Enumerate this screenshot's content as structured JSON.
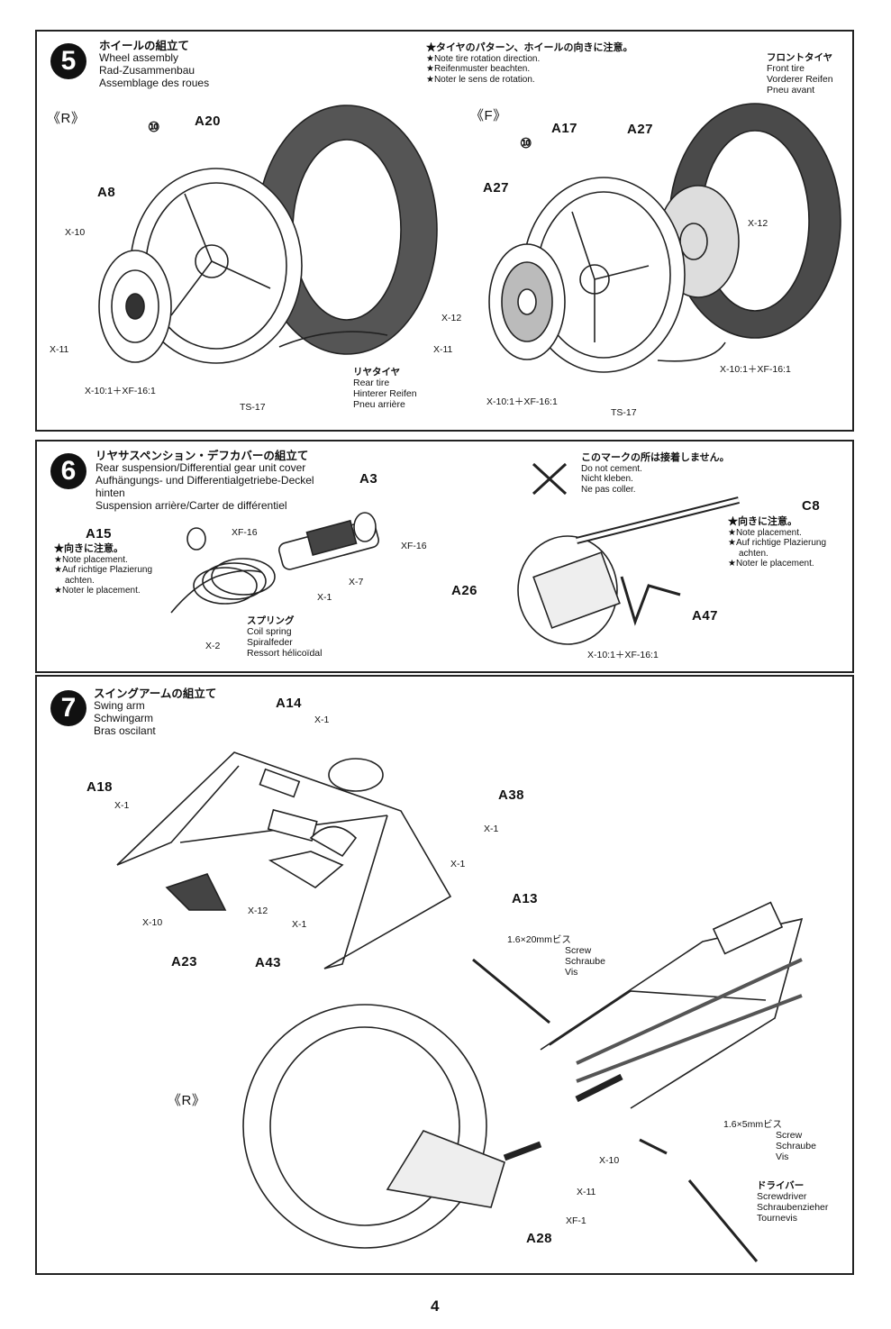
{
  "page_number": "4",
  "step5": {
    "number": "5",
    "title_jp": "ホイールの組立て",
    "title_en": "Wheel assembly",
    "title_de": "Rad-Zusammenbau",
    "title_fr": "Assemblage des roues",
    "note_jp": "★タイヤのパターン、ホイールの向きに注意。",
    "note_en": "★Note tire rotation direction.",
    "note_de": "★Reifenmuster beachten.",
    "note_fr": "★Noter le sens de rotation.",
    "rear_marker": "《R》",
    "front_marker": "《F》",
    "front_tire_jp": "フロントタイヤ",
    "front_tire_en": "Front tire",
    "front_tire_de": "Vorderer Reifen",
    "front_tire_fr": "Pneu avant",
    "rear_tire_jp": "リヤタイヤ",
    "rear_tire_en": "Rear tire",
    "rear_tire_de": "Hinterer Reifen",
    "rear_tire_fr": "Pneu arrière",
    "circle10a": "⑩",
    "circle10b": "⑩",
    "a20": "A20",
    "a8": "A8",
    "x10a": "X-10",
    "x11a": "X-11",
    "mixa": "X-10:1＋XF-16:1",
    "ts17a": "TS-17",
    "a17": "A17",
    "a27a": "A27",
    "a27b": "A27",
    "x12a": "X-12",
    "x12b": "X-12",
    "x11b": "X-11",
    "mixb": "X-10:1＋XF-16:1",
    "ts17b": "TS-17",
    "mixc": "X-10:1＋XF-16:1"
  },
  "step6": {
    "number": "6",
    "title_jp": "リヤサスペンション・デフカバーの組立て",
    "title_en": "Rear suspension/Differential gear unit cover",
    "title_de": "Aufhängungs- und Differentialgetriebe-Deckel",
    "title_de2": "hinten",
    "title_fr": "Suspension arrière/Carter de différentiel",
    "a15": "A15",
    "place_jp": "★向きに注意。",
    "place_en": "★Note placement.",
    "place_de": "★Auf richtige Plazierung",
    "place_de2": "achten.",
    "place_fr": "★Noter le placement.",
    "xf16a": "XF-16",
    "xf16b": "XF-16",
    "a3": "A3",
    "x1": "X-1",
    "x7": "X-7",
    "x2": "X-2",
    "spring_jp": "スプリング",
    "spring_en": "Coil spring",
    "spring_de": "Spiralfeder",
    "spring_fr": "Ressort hélicoïdal",
    "nocement_jp": "このマークの所は接着しません。",
    "nocement_en": "Do not cement.",
    "nocement_de": "Nicht kleben.",
    "nocement_fr": "Ne pas coller.",
    "c8": "C8",
    "place2_jp": "★向きに注意。",
    "place2_en": "★Note placement.",
    "place2_de": "★Auf richtige Plazierung",
    "place2_de2": "achten.",
    "place2_fr": "★Noter le placement.",
    "a26": "A26",
    "a47": "A47",
    "mix": "X-10:1＋XF-16:1"
  },
  "step7": {
    "number": "7",
    "title_jp": "スイングアームの組立て",
    "title_en": "Swing arm",
    "title_de": "Schwingarm",
    "title_fr": "Bras oscilant",
    "a14": "A14",
    "x1a": "X-1",
    "a18": "A18",
    "x1b": "X-1",
    "a38": "A38",
    "x1c": "X-1",
    "x1d": "X-1",
    "a13": "A13",
    "x10a": "X-10",
    "x12": "X-12",
    "x1e": "X-1",
    "a23": "A23",
    "a43": "A43",
    "screw20": "1.6×20mmビス",
    "screw_en": "Screw",
    "screw_de": "Schraube",
    "screw_fr": "Vis",
    "rear_marker": "《R》",
    "screw5": "1.6×5mmビス",
    "screw5_en": "Screw",
    "screw5_de": "Schraube",
    "screw5_fr": "Vis",
    "x10b": "X-10",
    "x11": "X-11",
    "driver_jp": "ドライバー",
    "driver_en": "Screwdriver",
    "driver_de": "Schraubenzieher",
    "driver_fr": "Tournevis",
    "xf1": "XF-1",
    "a28": "A28"
  }
}
